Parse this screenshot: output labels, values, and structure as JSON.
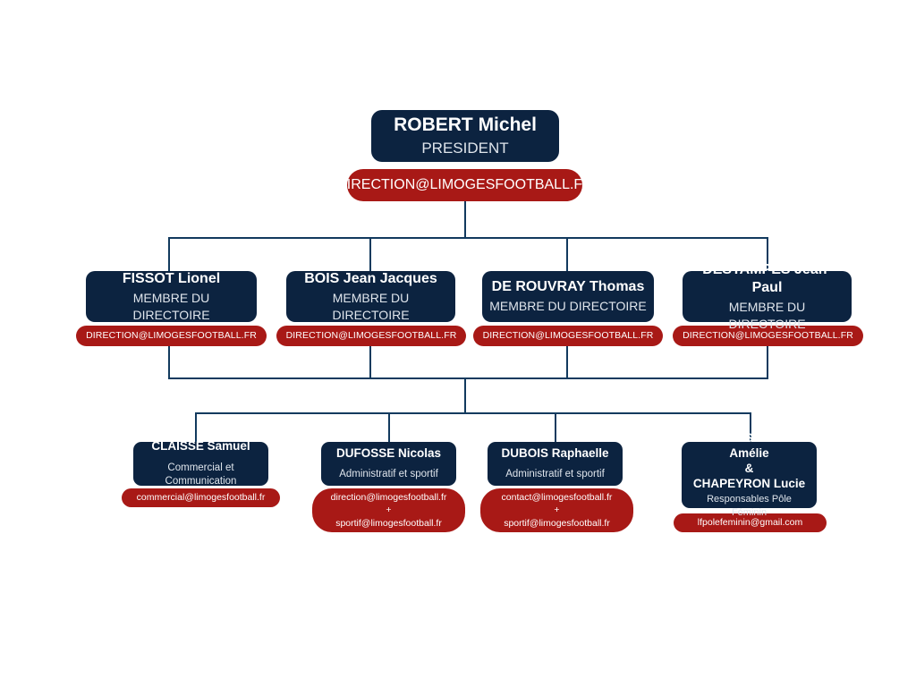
{
  "theme": {
    "navy": "#0c2340",
    "red": "#a81916",
    "line": "#123a5e",
    "background": "#ffffff",
    "text_on_navy": "#ffffff",
    "subtitle_on_navy": "#dfe5ec"
  },
  "president": {
    "name": "ROBERT Michel",
    "role": "PRESIDENT",
    "email": "DIRECTION@LIMOGESFOOTBALL.FR"
  },
  "directoire": [
    {
      "name": "FISSOT Lionel",
      "role": "MEMBRE DU DIRECTOIRE",
      "email": "DIRECTION@LIMOGESFOOTBALL.FR"
    },
    {
      "name": "BOIS Jean Jacques",
      "role": "MEMBRE DU DIRECTOIRE",
      "email": "DIRECTION@LIMOGESFOOTBALL.FR"
    },
    {
      "name": "DE ROUVRAY Thomas",
      "role": "MEMBRE DU DIRECTOIRE",
      "email": "DIRECTION@LIMOGESFOOTBALL.FR"
    },
    {
      "name": "DESTAMPES Jean-Paul",
      "role": "MEMBRE DU DIRECTOIRE",
      "email": "DIRECTION@LIMOGESFOOTBALL.FR"
    }
  ],
  "staff": [
    {
      "name": "CLAISSE Samuel",
      "role": "Commercial et Communication",
      "email_line1": "commercial@limogesfootball.fr"
    },
    {
      "name": "DUFOSSE Nicolas",
      "role": "Administratif et sportif",
      "email_line1": "direction@limogesfootball.fr",
      "email_sep": "+",
      "email_line2": "sportif@limogesfootball.fr"
    },
    {
      "name": "DUBOIS Raphaelle",
      "role": "Administratif et sportif",
      "email_line1": "contact@limogesfootball.fr",
      "email_sep": "+",
      "email_line2": "sportif@limogesfootball.fr"
    },
    {
      "name_line1": "CROUSILLAC Amélie",
      "name_sep": "&",
      "name_line2": "CHAPEYRON Lucie",
      "role": "Responsables Pôle Féminin",
      "email_line1": "lfpolefeminin@gmail.com"
    }
  ]
}
